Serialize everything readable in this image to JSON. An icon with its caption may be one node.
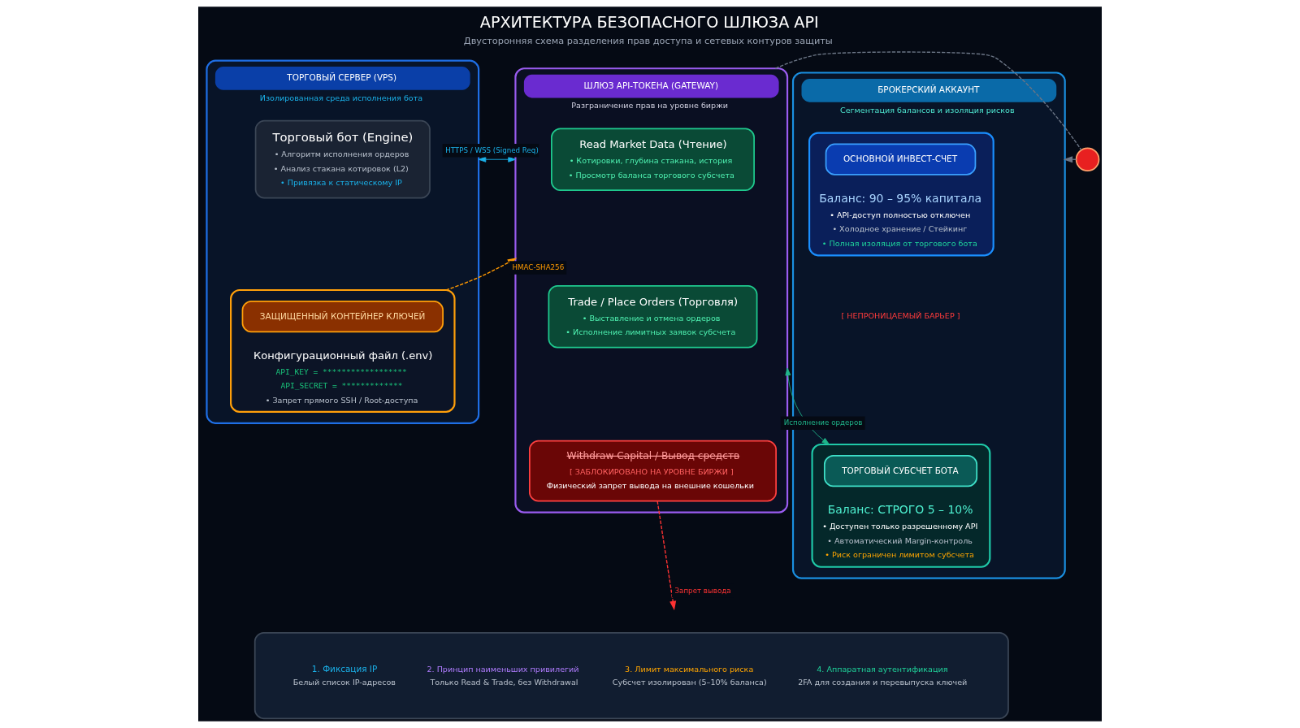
{
  "diagram": {
    "title": "АРХИТЕКТУРА БЕЗОПАСНОГО ШЛЮЗА API",
    "caption": "Двусторонняя схема разделения прав доступа и сетевых контуров защиты",
    "nodes": [
      {
        "text": [
          "ТОРГОВЫЙ СЕРВЕР (VPS)",
          "Изолированная среда исполнения бота"
        ]
      },
      {
        "text": [
          "Торговый бот (Engine)",
          "• Алгоритм исполнения ордеров",
          "• Анализ стакана котировок (L2)",
          "• Привязка к статическому IP"
        ],
        "in": 0
      },
      {
        "text": [
          "Конфигурационный файл (.env)",
          "API_KEY = ******************",
          "API_SECRET = *************",
          "• Запрет прямого SSH / Root-доступа"
        ],
        "in": 0
      },
      {
        "text": [
          "ЗАЩИЩЕННЫЙ КОНТЕЙНЕР КЛЮЧЕЙ"
        ],
        "in": 2
      },
      {
        "text": [
          "ШЛЮЗ API-ТОКЕНА (GATEWAY)",
          "Разграничение прав на уровне биржи"
        ]
      },
      {
        "text": [
          "Read Market Data (Чтение)",
          "• Котировки, глубина стакана, история",
          "• Просмотр баланса торгового субсчета"
        ],
        "in": 4
      },
      {
        "text": [
          "Trade / Place Orders (Торговля)",
          "• Выставление и отмена ордеров",
          "• Исполнение лимитных заявок субсчета"
        ],
        "in": 4
      },
      {
        "text": [
          "Withdraw Capital / Вывод средств",
          "[ ЗАБЛОКИРОВАНО НА УРОВНЕ БИРЖИ ]",
          "Физический запрет вывода на внешние кошельки"
        ],
        "in": 4
      },
      {
        "text": [
          "БРОКЕРСКИЙ АККАУНТ",
          "Сегментация балансов и изоляция рисков"
        ]
      },
      {
        "text": [
          "Баланс: 90 – 95% капитала",
          "• API-доступ полностью отключен",
          "• Холодное хранение / Стейкинг",
          "• Полная изоляция от торгового бота"
        ],
        "in": 8
      },
      {
        "text": [
          "ОСНОВНОЙ ИНВЕСТ-СЧЕТ"
        ],
        "in": 9
      },
      {
        "text": [
          "Баланс: СТРОГО 5 – 10%",
          "• Доступен только разрешенному API",
          "• Автоматический Margin-контроль",
          "• Риск ограничен лимитом субсчета"
        ],
        "in": 8
      },
      {
        "text": [
          "ТОРГОВЫЙ СУБСЧЕТ БОТА"
        ],
        "in": 11
      },
      {
        "text": [],
        "shape": "circle"
      },
      {
        "text": [
          "1. Фиксация IP",
          "Белый список IP-адресов",
          "2. Принцип наименьших привилегий",
          "Только Read & Trade, без Withdrawal",
          "3. Лимит максимального риска",
          "Субсчет изолирован (5–10% баланса)",
          "4. Аппаратная аутентификация",
          "2FA для создания и перевыпуска ключей"
        ]
      }
    ],
    "edges": [
      {
        "from": 0,
        "to": 4,
        "arrow": "both",
        "label": "HTTPS / WSS (Signed Req)",
        "color": "#1ab0e8"
      },
      {
        "from": 2,
        "to": 4,
        "arrow": "to",
        "label": "HMAC-SHA256",
        "color": "#ff9900",
        "style": "dashed"
      },
      {
        "from": 4,
        "to": 13,
        "arrow": "none",
        "color": "#6b7585",
        "style": "dashed"
      },
      {
        "from": 13,
        "to": 8,
        "arrow": "to",
        "color": "#6b7585",
        "style": "dashed"
      },
      {
        "from": 4,
        "to": 11,
        "arrow": "both",
        "label": "Исполнение ордеров",
        "color": "#1fb589"
      },
      {
        "from": 7,
        "to": null,
        "arrow": "to",
        "label": "Запрет вывода",
        "color": "#ff3333",
        "style": "dashed"
      }
    ],
    "labels": [
      "[ НЕПРОНИЦАЕМЫЙ БАРЬЕР ]"
    ]
  }
}
